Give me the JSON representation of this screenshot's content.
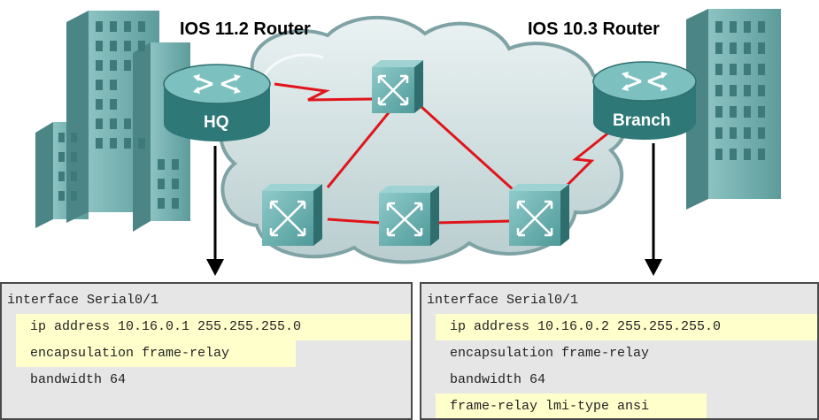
{
  "left_router": {
    "title": "IOS 11.2 Router",
    "label": "HQ"
  },
  "right_router": {
    "title": "IOS 10.3 Router",
    "label": "Branch"
  },
  "left_config": {
    "lines": [
      "interface Serial0/1",
      "ip address 10.16.0.1 255.255.255.0",
      "encapsulation frame-relay",
      "bandwidth 64"
    ]
  },
  "right_config": {
    "lines": [
      "interface Serial0/1",
      "ip address 10.16.0.2 255.255.255.0",
      "encapsulation frame-relay",
      "bandwidth 64",
      "frame-relay lmi-type ansi"
    ]
  },
  "colors": {
    "device": "#3f8f8f",
    "link": "#e0151b",
    "cloud": "#cfdedf",
    "building": "#6fa9a9",
    "highlight": "#ffffcc"
  },
  "icons": [
    "building-icon",
    "router-icon",
    "switch-icon",
    "cloud-shape"
  ]
}
